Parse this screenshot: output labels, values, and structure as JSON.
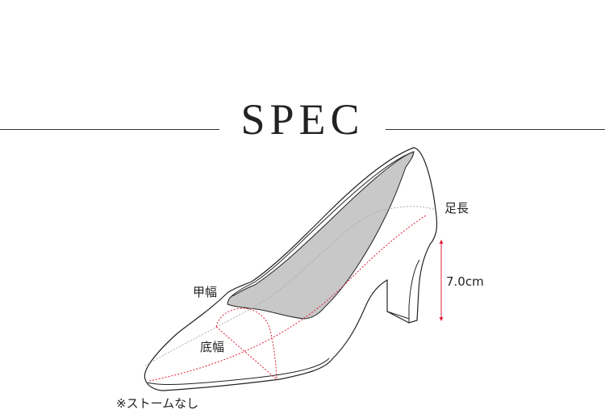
{
  "title": "SPEC",
  "labels": {
    "foot_length": "足長",
    "heel_height": "7.0cm",
    "instep_width": "甲幅",
    "sole_width": "底幅",
    "note": "※ストームなし"
  },
  "colors": {
    "measure": "#e0203a",
    "lining": "#c8c8c8",
    "outline": "#222222"
  }
}
